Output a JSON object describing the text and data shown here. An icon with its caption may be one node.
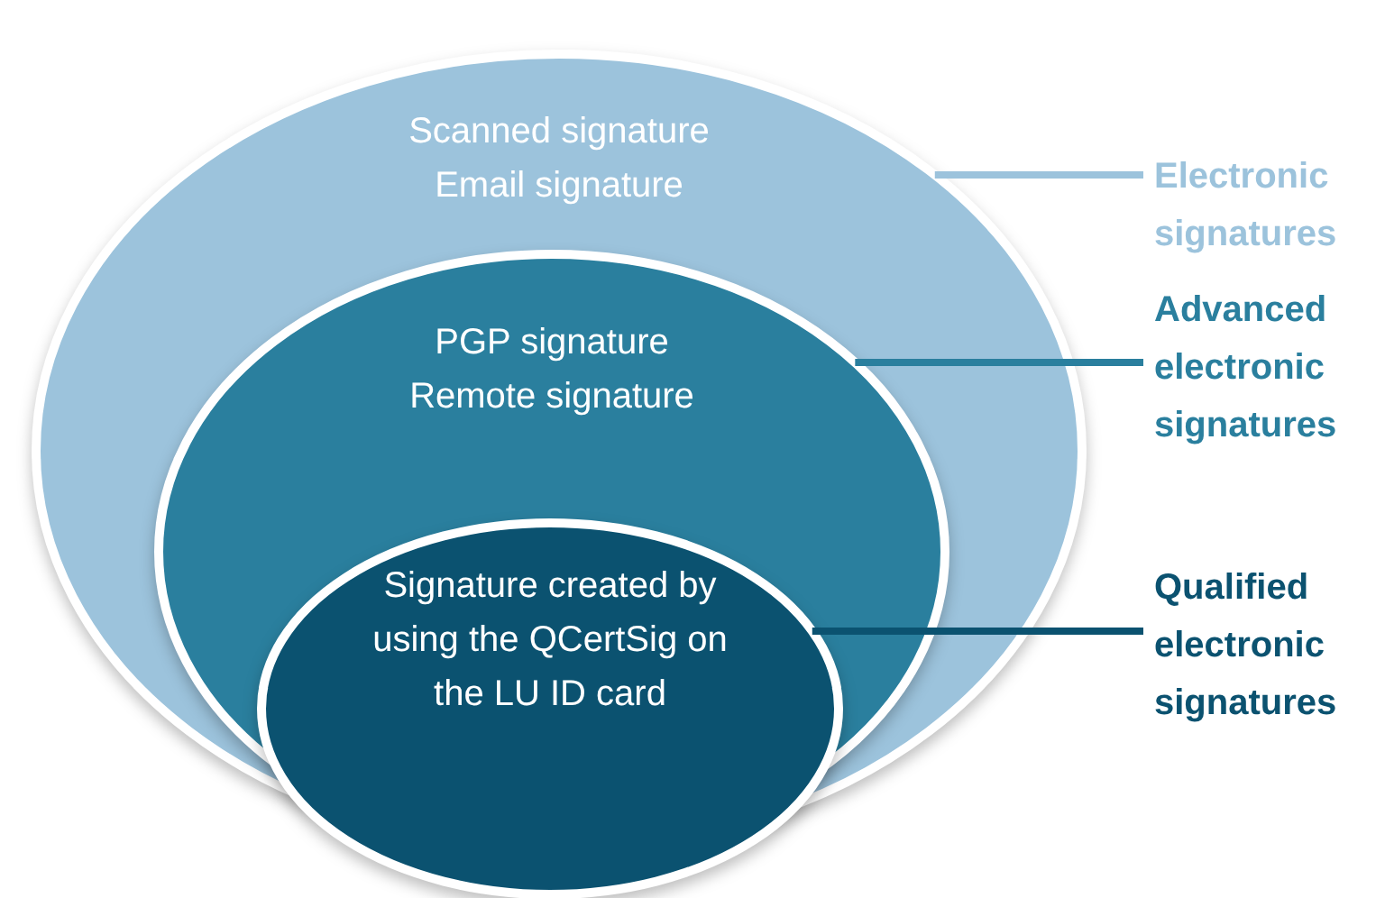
{
  "diagram": {
    "nodes": [
      {
        "text": [
          "Scanned signature",
          "Email signature"
        ]
      },
      {
        "text": [
          "PGP signature",
          "Remote signature"
        ],
        "in": 0
      },
      {
        "text": [
          "Signature created by using the QCertSig on the LU ID card"
        ],
        "in": 1
      },
      {
        "text": [
          "Electronic signatures"
        ]
      },
      {
        "text": [
          "Advanced electronic signatures"
        ]
      },
      {
        "text": [
          "Qualified electronic signatures"
        ]
      }
    ],
    "edges": [
      {
        "from": 3,
        "to": 0,
        "arrow": "none",
        "color": "#9cc3dc"
      },
      {
        "from": 4,
        "to": 1,
        "arrow": "none",
        "color": "#2a7f9e"
      },
      {
        "from": 5,
        "to": 2,
        "arrow": "none",
        "color": "#0b5270"
      }
    ]
  }
}
